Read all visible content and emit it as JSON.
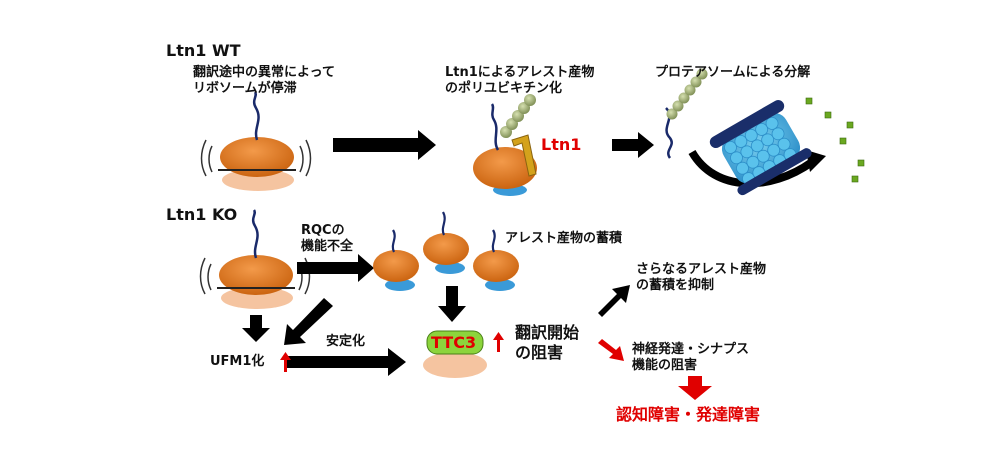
{
  "wt": {
    "section_label": "Ltn1 WT",
    "step1": "翻訳途中の異常によって\nリボソームが停滞",
    "step2": "Ltn1によるアレスト産物\nのポリユビキチン化",
    "step3": "プロテアソームによる分解",
    "ltn1_label": "Ltn1"
  },
  "ko": {
    "section_label": "Ltn1 KO",
    "rqc": "RQCの\n機能不全",
    "accum": "アレスト産物の蓄積",
    "ufm1": "UFM1化",
    "stabilize": "安定化",
    "ttc3": "TTC3",
    "init_block": "翻訳開始\nの阻害",
    "suppress": "さらなるアレスト産物\nの蓄積を抑制",
    "neuro": "神経発達・シナプス\n機能の阻害",
    "outcome": "認知障害・発達障害"
  },
  "colors": {
    "ribosome": "#e07820",
    "small_subunit": "#f5c4a0",
    "ttc3_fill": "#8cd43c",
    "proteasome": "#40b8e8",
    "ubiquitin": "#9aaa6c",
    "accent_red": "#e00000"
  }
}
